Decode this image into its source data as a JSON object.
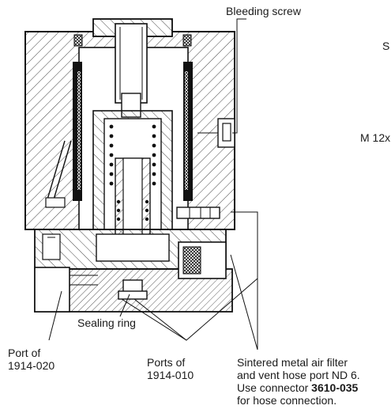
{
  "labels": {
    "bleeding_screw": "Bleeding screw",
    "s_cut": "S",
    "m12_cut": "M 12x",
    "sealing_ring": "Sealing ring",
    "port_of_line1": "Port of",
    "port_of_line2": "1914-020",
    "ports_of_line1": "Ports of",
    "ports_of_line2": "1914-010",
    "filter_line1": "Sintered metal air filter",
    "filter_line2": "and vent hose port ND 6.",
    "filter_line3_pre": "Use connector ",
    "filter_line3_bold": "3610-035",
    "filter_line4": "for hose connection."
  },
  "colors": {
    "ink": "#1a1a1a",
    "hatch": "#333333",
    "seal": "#1a1a1a",
    "background": "#ffffff"
  }
}
